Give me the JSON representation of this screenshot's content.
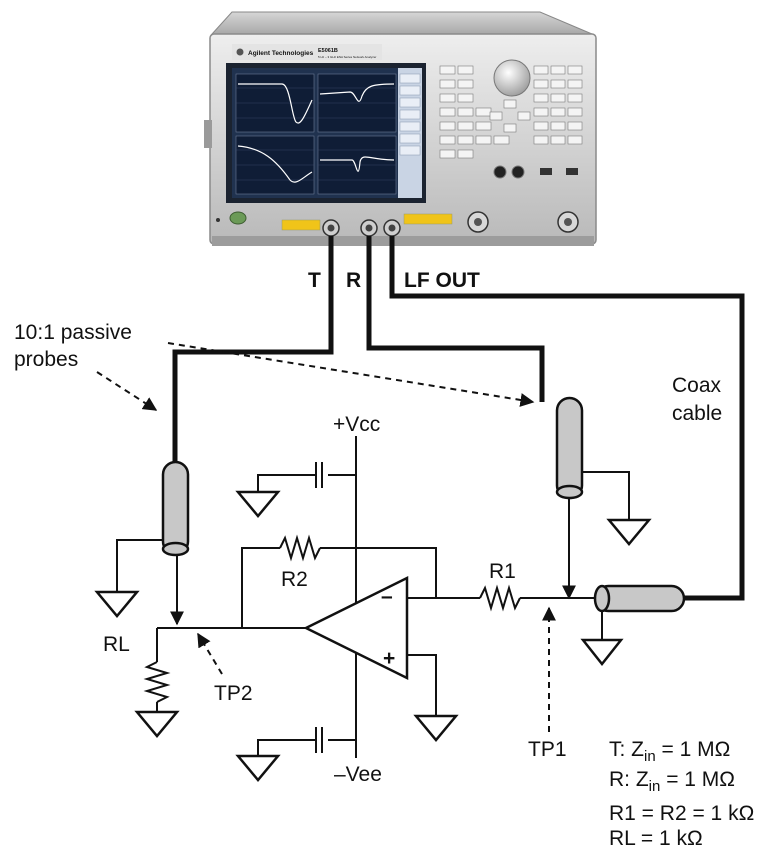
{
  "instrument": {
    "brand": "Agilent Technologies",
    "model": "E5061B",
    "subtitle": "5 Hz – 3 GHz  ENA Series Network Analyzer"
  },
  "ports": {
    "t_label": "T",
    "r_label": "R",
    "lfout_label": "LF OUT"
  },
  "labels": {
    "probes_line1": "10:1 passive",
    "probes_line2": "probes",
    "coax_line1": "Coax",
    "coax_line2": "cable",
    "vcc": "+Vcc",
    "vee": "–Vee",
    "r2": "R2",
    "r1": "R1",
    "rl": "RL",
    "tp2": "TP2",
    "tp1": "TP1",
    "opamp_minus": "–",
    "opamp_plus": "+"
  },
  "specs": {
    "t_prefix": "T: Z",
    "t_sub": "in",
    "t_value": " = 1 MΩ",
    "r_prefix": "R: Z",
    "r_sub": "in",
    "r_value": " = 1 MΩ",
    "r1r2": "R1 = R2 = 1 kΩ",
    "rl": "RL = 1 kΩ"
  }
}
